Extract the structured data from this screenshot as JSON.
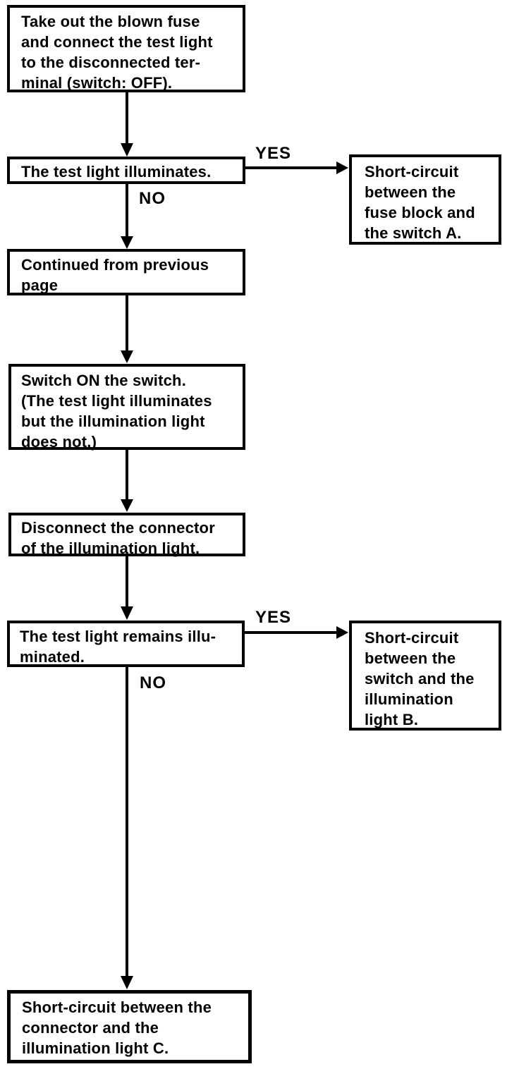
{
  "diagram": {
    "type": "flowchart",
    "nodes": {
      "take_out_fuse": "Take out the blown fuse\nand connect the test light\nto the disconnected ter-\nminal (switch: OFF).",
      "test_light_illuminates": "The test light illuminates.",
      "short_circuit_a": "Short-circuit\nbetween the\nfuse block and\nthe switch A.",
      "continued_previous_page": "Continued from previous\npage",
      "switch_on": "Switch ON the switch.\n(The test light illuminates\nbut the illumination light\ndoes not.)",
      "disconnect_connector": "Disconnect the connector\nof the illumination light.",
      "test_light_remains": "The test light remains illu-\nminated.",
      "short_circuit_b": "Short-circuit\nbetween the\nswitch and the\nillumination\nlight B.",
      "short_circuit_c": "Short-circuit between the\nconnector and the\nillumination light C."
    },
    "edge_labels": {
      "yes_1": "YES",
      "no_1": "NO",
      "yes_2": "YES",
      "no_2": "NO"
    },
    "colors": {
      "ink": "#000000",
      "background": "#ffffff"
    }
  }
}
